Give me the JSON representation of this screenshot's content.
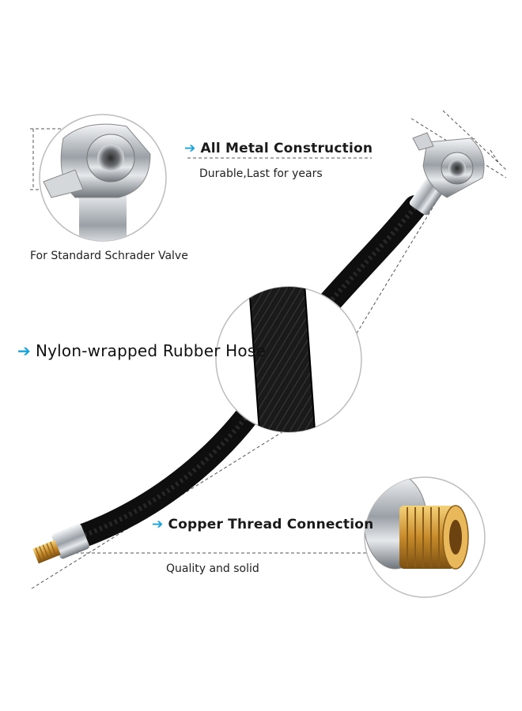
{
  "features": [
    {
      "arrow": "➔",
      "title": "All Metal Construction",
      "subtitle": "Durable,Last for years"
    },
    {
      "arrow": "➔",
      "title": "Nylon-wrapped Rubber Hose"
    },
    {
      "arrow": "➔",
      "title": "Copper Thread Connection",
      "subtitle": "Quality and solid"
    }
  ],
  "callout_valve_caption": "For Standard Schrader Valve",
  "colors": {
    "arrow": "#1aa3d9",
    "hose": "#151515",
    "brass": "#d9a441",
    "chrome": "#c8ccd0"
  }
}
